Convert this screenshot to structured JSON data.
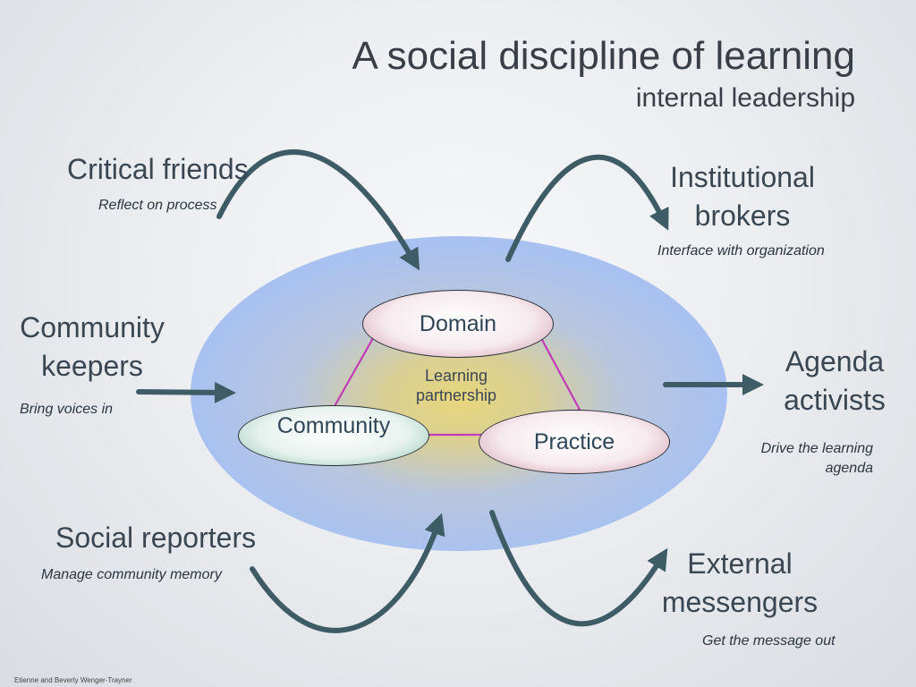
{
  "title": "A social discipline of learning",
  "subtitle": "internal leadership",
  "center": {
    "domain": "Domain",
    "community": "Community",
    "practice": "Practice",
    "partnership": "Learning partnership"
  },
  "roles": {
    "critical_friends": {
      "label": "Critical friends",
      "description": "Reflect on process"
    },
    "institutional_brokers": {
      "label": "Institutional brokers",
      "description": "Interface with organization"
    },
    "community_keepers": {
      "label": "Community keepers",
      "description": "Bring voices in"
    },
    "agenda_activists": {
      "label": "Agenda activists",
      "description": "Drive the learning agenda"
    },
    "social_reporters": {
      "label": "Social reporters",
      "description": "Manage community memory"
    },
    "external_messengers": {
      "label": "External messengers",
      "description": "Get the message out"
    }
  },
  "credit": "Etienne and Beverly Wenger-Trayner",
  "colors": {
    "arrow": "#3e5c66",
    "triangle": "#c23bb7",
    "ellipse_outer": "#a6bff0",
    "ellipse_core": "#e6d27c"
  }
}
